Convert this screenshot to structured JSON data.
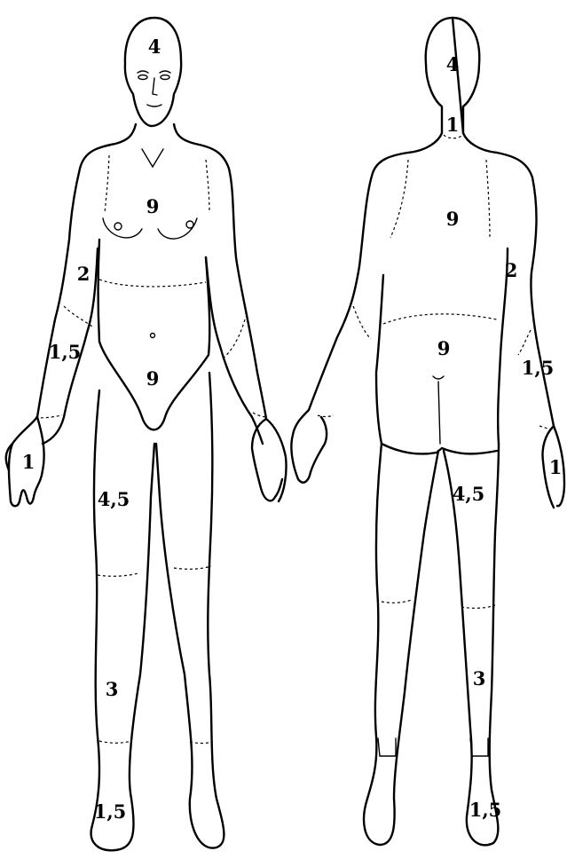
{
  "figure": {
    "front": {
      "head": "4",
      "chest": "9",
      "upper_arm_left": "2",
      "forearm_left": "1,5",
      "abdomen": "9",
      "hand_left": "1",
      "thigh_left": "4,5",
      "lower_leg_left": "3",
      "foot_left": "1,5"
    },
    "back": {
      "head": "4",
      "neck": "1",
      "upper_back": "9",
      "upper_arm_right": "2",
      "forearm_right": "1,5",
      "lower_back_buttocks": "9",
      "hand_right": "1",
      "thigh_left": "4,5",
      "lower_leg_left": "3",
      "foot_left": "1,5"
    }
  }
}
